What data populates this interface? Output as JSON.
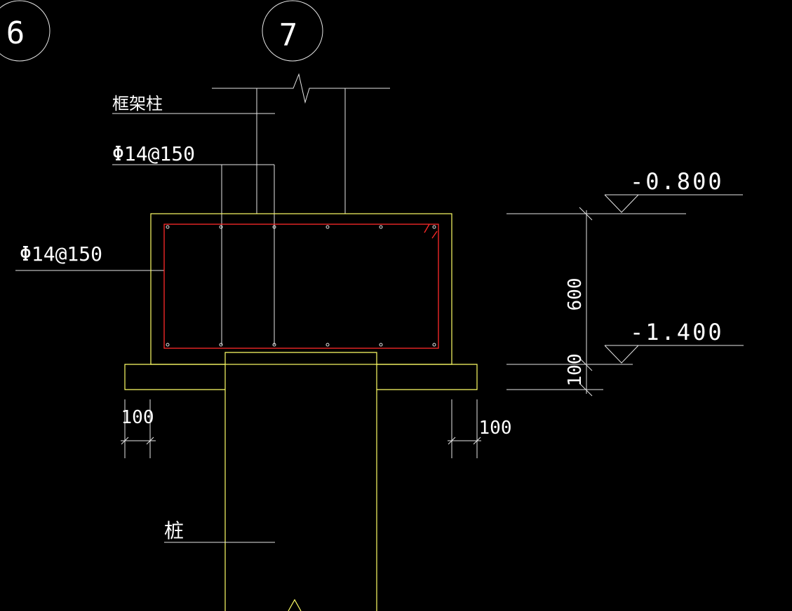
{
  "axes": {
    "left_axis_label": "6",
    "right_axis_label": "7"
  },
  "callouts": {
    "frame_column": "框架柱",
    "rebar_top": "Φ14@150",
    "rebar_side": "Φ14@150",
    "pile": "桩"
  },
  "dimensions": {
    "cap_depth": "600",
    "cushion_thickness": "100",
    "left_offset": "100",
    "right_offset": "100"
  },
  "elevations": {
    "top": "-0.800",
    "bottom": "-1.400"
  },
  "colors": {
    "background": "#000000",
    "outline": "#ffff66",
    "rebar_cage": "#ff2a2a",
    "annotation": "#e6e6e6"
  }
}
